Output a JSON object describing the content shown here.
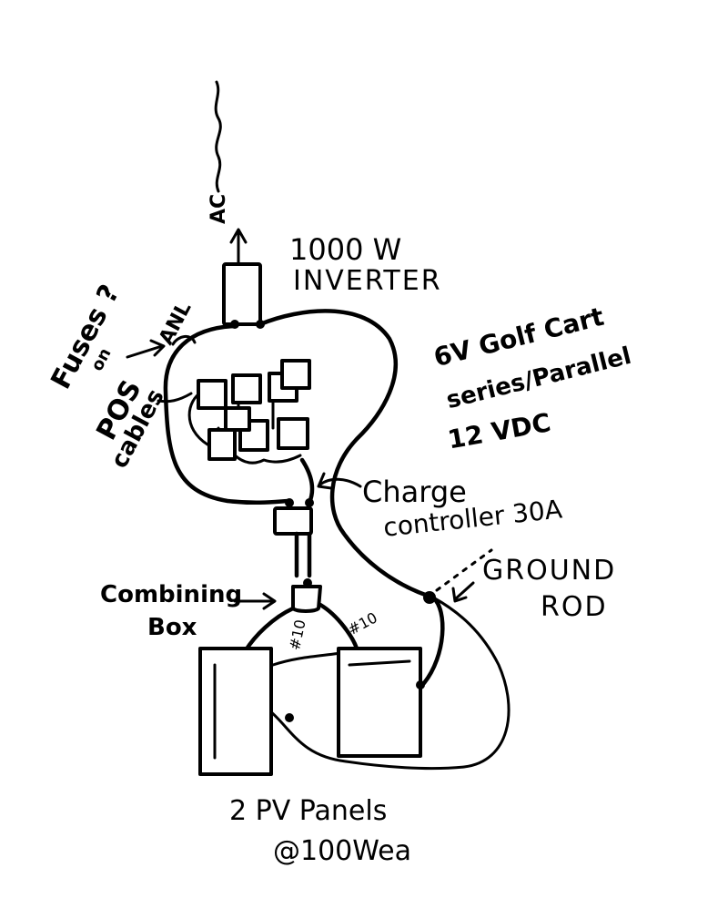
{
  "labels": {
    "ac": "AC",
    "inverter_line1": "1000 W",
    "inverter_line2": "INVERTER",
    "fuses": "Fuses ?",
    "on": "on",
    "anl": "ANL",
    "pos": "POS",
    "cables": "cables",
    "battery_line1": "6V Golf Cart",
    "battery_line2": "series/Parallel",
    "battery_line3": "12 VDC",
    "charge_line1": "Charge",
    "charge_line2": "controller 30A",
    "combining_line1": "Combining",
    "combining_line2": "Box",
    "ground_line1": "GROUND",
    "ground_line2": "ROD",
    "wire_left": "#10",
    "wire_right": "#10",
    "panels_line1": "2 PV Panels",
    "panels_line2": "@100Wea"
  }
}
